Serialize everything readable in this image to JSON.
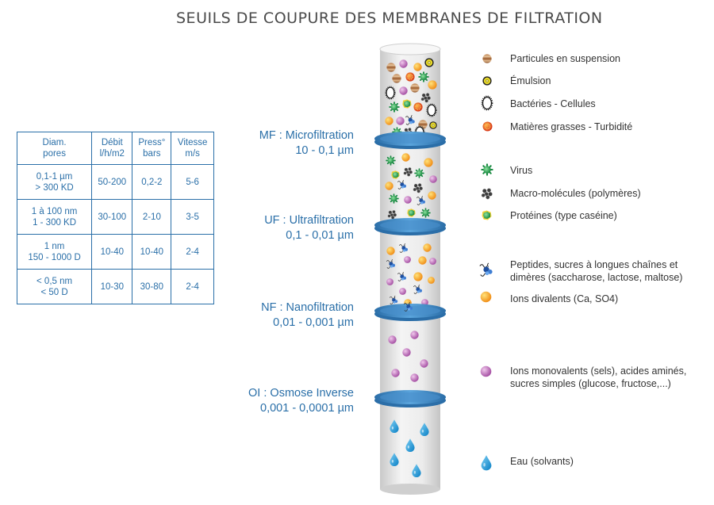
{
  "title": "SEUILS DE COUPURE DES MEMBRANES DE FILTRATION",
  "table": {
    "headers": [
      [
        "Diam.",
        "pores"
      ],
      [
        "Débit",
        "l/h/m2"
      ],
      [
        "Press°",
        "bars"
      ],
      [
        "Vitesse",
        "m/s"
      ]
    ],
    "rows": [
      [
        [
          "0,1-1 µm",
          "> 300 KD"
        ],
        [
          "50-200"
        ],
        [
          "0,2-2"
        ],
        [
          "5-6"
        ]
      ],
      [
        [
          "1 à 100 nm",
          "1 - 300 KD"
        ],
        [
          "30-100"
        ],
        [
          "2-10"
        ],
        [
          "3-5"
        ]
      ],
      [
        [
          "1 nm",
          "150 - 1000 D"
        ],
        [
          "10-40"
        ],
        [
          "10-40"
        ],
        [
          "2-4"
        ]
      ],
      [
        [
          "< 0,5 nm",
          "< 50 D"
        ],
        [
          "10-30"
        ],
        [
          "30-80"
        ],
        [
          "2-4"
        ]
      ]
    ]
  },
  "stages": [
    {
      "name": "MF : Microfiltration",
      "range": "10 - 0,1 µm"
    },
    {
      "name": "UF : Ultrafiltration",
      "range": "0,1 - 0,01 µm"
    },
    {
      "name": "NF : Nanofiltration",
      "range": "0,01 - 0,001 µm"
    },
    {
      "name": "OI : Osmose Inverse",
      "range": "0,001 - 0,0001 µm"
    }
  ],
  "legend": [
    {
      "icon": "particle-icon",
      "text": [
        "Particules en suspension"
      ]
    },
    {
      "icon": "emulsion-icon",
      "text": [
        "Émulsion"
      ]
    },
    {
      "icon": "bacteria-icon",
      "text": [
        "Bactéries - Cellules"
      ]
    },
    {
      "icon": "fat-icon",
      "text": [
        "Matières grasses - Turbidité"
      ]
    },
    {
      "icon": "virus-icon",
      "text": [
        "Virus"
      ]
    },
    {
      "icon": "macromolecule-icon",
      "text": [
        "Macro-molécules (polymères)"
      ]
    },
    {
      "icon": "protein-icon",
      "text": [
        "Protéines (type caséine)"
      ]
    },
    {
      "icon": "peptide-icon",
      "text": [
        "Peptides, sucres à longues chaînes et",
        "dimères (saccharose, lactose, maltose)"
      ]
    },
    {
      "icon": "divalent-ion-icon",
      "text": [
        "Ions divalents (Ca, SO4)"
      ]
    },
    {
      "icon": "monovalent-ion-icon",
      "text": [
        "Ions monovalents (sels), acides aminés,",
        "sucres simples (glucose, fructose,...)"
      ]
    },
    {
      "icon": "water-drop-icon",
      "text": [
        "Eau (solvants)"
      ]
    }
  ],
  "colors": {
    "accent": "#2a6fa8",
    "membrane": "#3a85c4",
    "tube": "#dcdcdc"
  }
}
